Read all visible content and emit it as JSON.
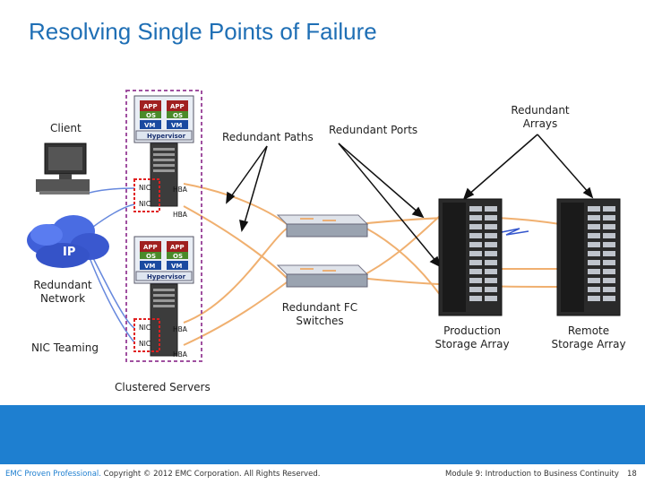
{
  "title": "Resolving Single Points of Failure",
  "labels": {
    "client": "Client",
    "redundant_paths": "Redundant Paths",
    "redundant_ports": "Redundant Ports",
    "redundant_arrays": [
      "Redundant",
      "Arrays"
    ],
    "redundant_network": [
      "Redundant",
      "Network"
    ],
    "nic_teaming": "NIC Teaming",
    "redundant_fc_switches": [
      "Redundant FC",
      "Switches"
    ],
    "production_storage_array": [
      "Production",
      "Storage Array"
    ],
    "remote_storage_array": [
      "Remote",
      "Storage Array"
    ],
    "clustered_servers": "Clustered Servers"
  },
  "server_tags": {
    "app": "APP",
    "os": "OS",
    "vm": "VM",
    "hypervisor": "Hypervisor",
    "nic": "NIC",
    "hba": "HBA",
    "ip": "IP"
  },
  "footer": {
    "brand": "EMC Proven Professional.",
    "copyright": "Copyright © 2012 EMC Corporation. All Rights Reserved.",
    "module": "Module 9: Introduction to Business Continuity",
    "page": "18"
  },
  "colors": {
    "title": "#1f6fb5",
    "footer_band": "#1e7fd0",
    "link_orange": "#f0b070",
    "link_blue": "#6688dd",
    "cluster_border": "#a050a0",
    "nic_border": "#e02020"
  }
}
